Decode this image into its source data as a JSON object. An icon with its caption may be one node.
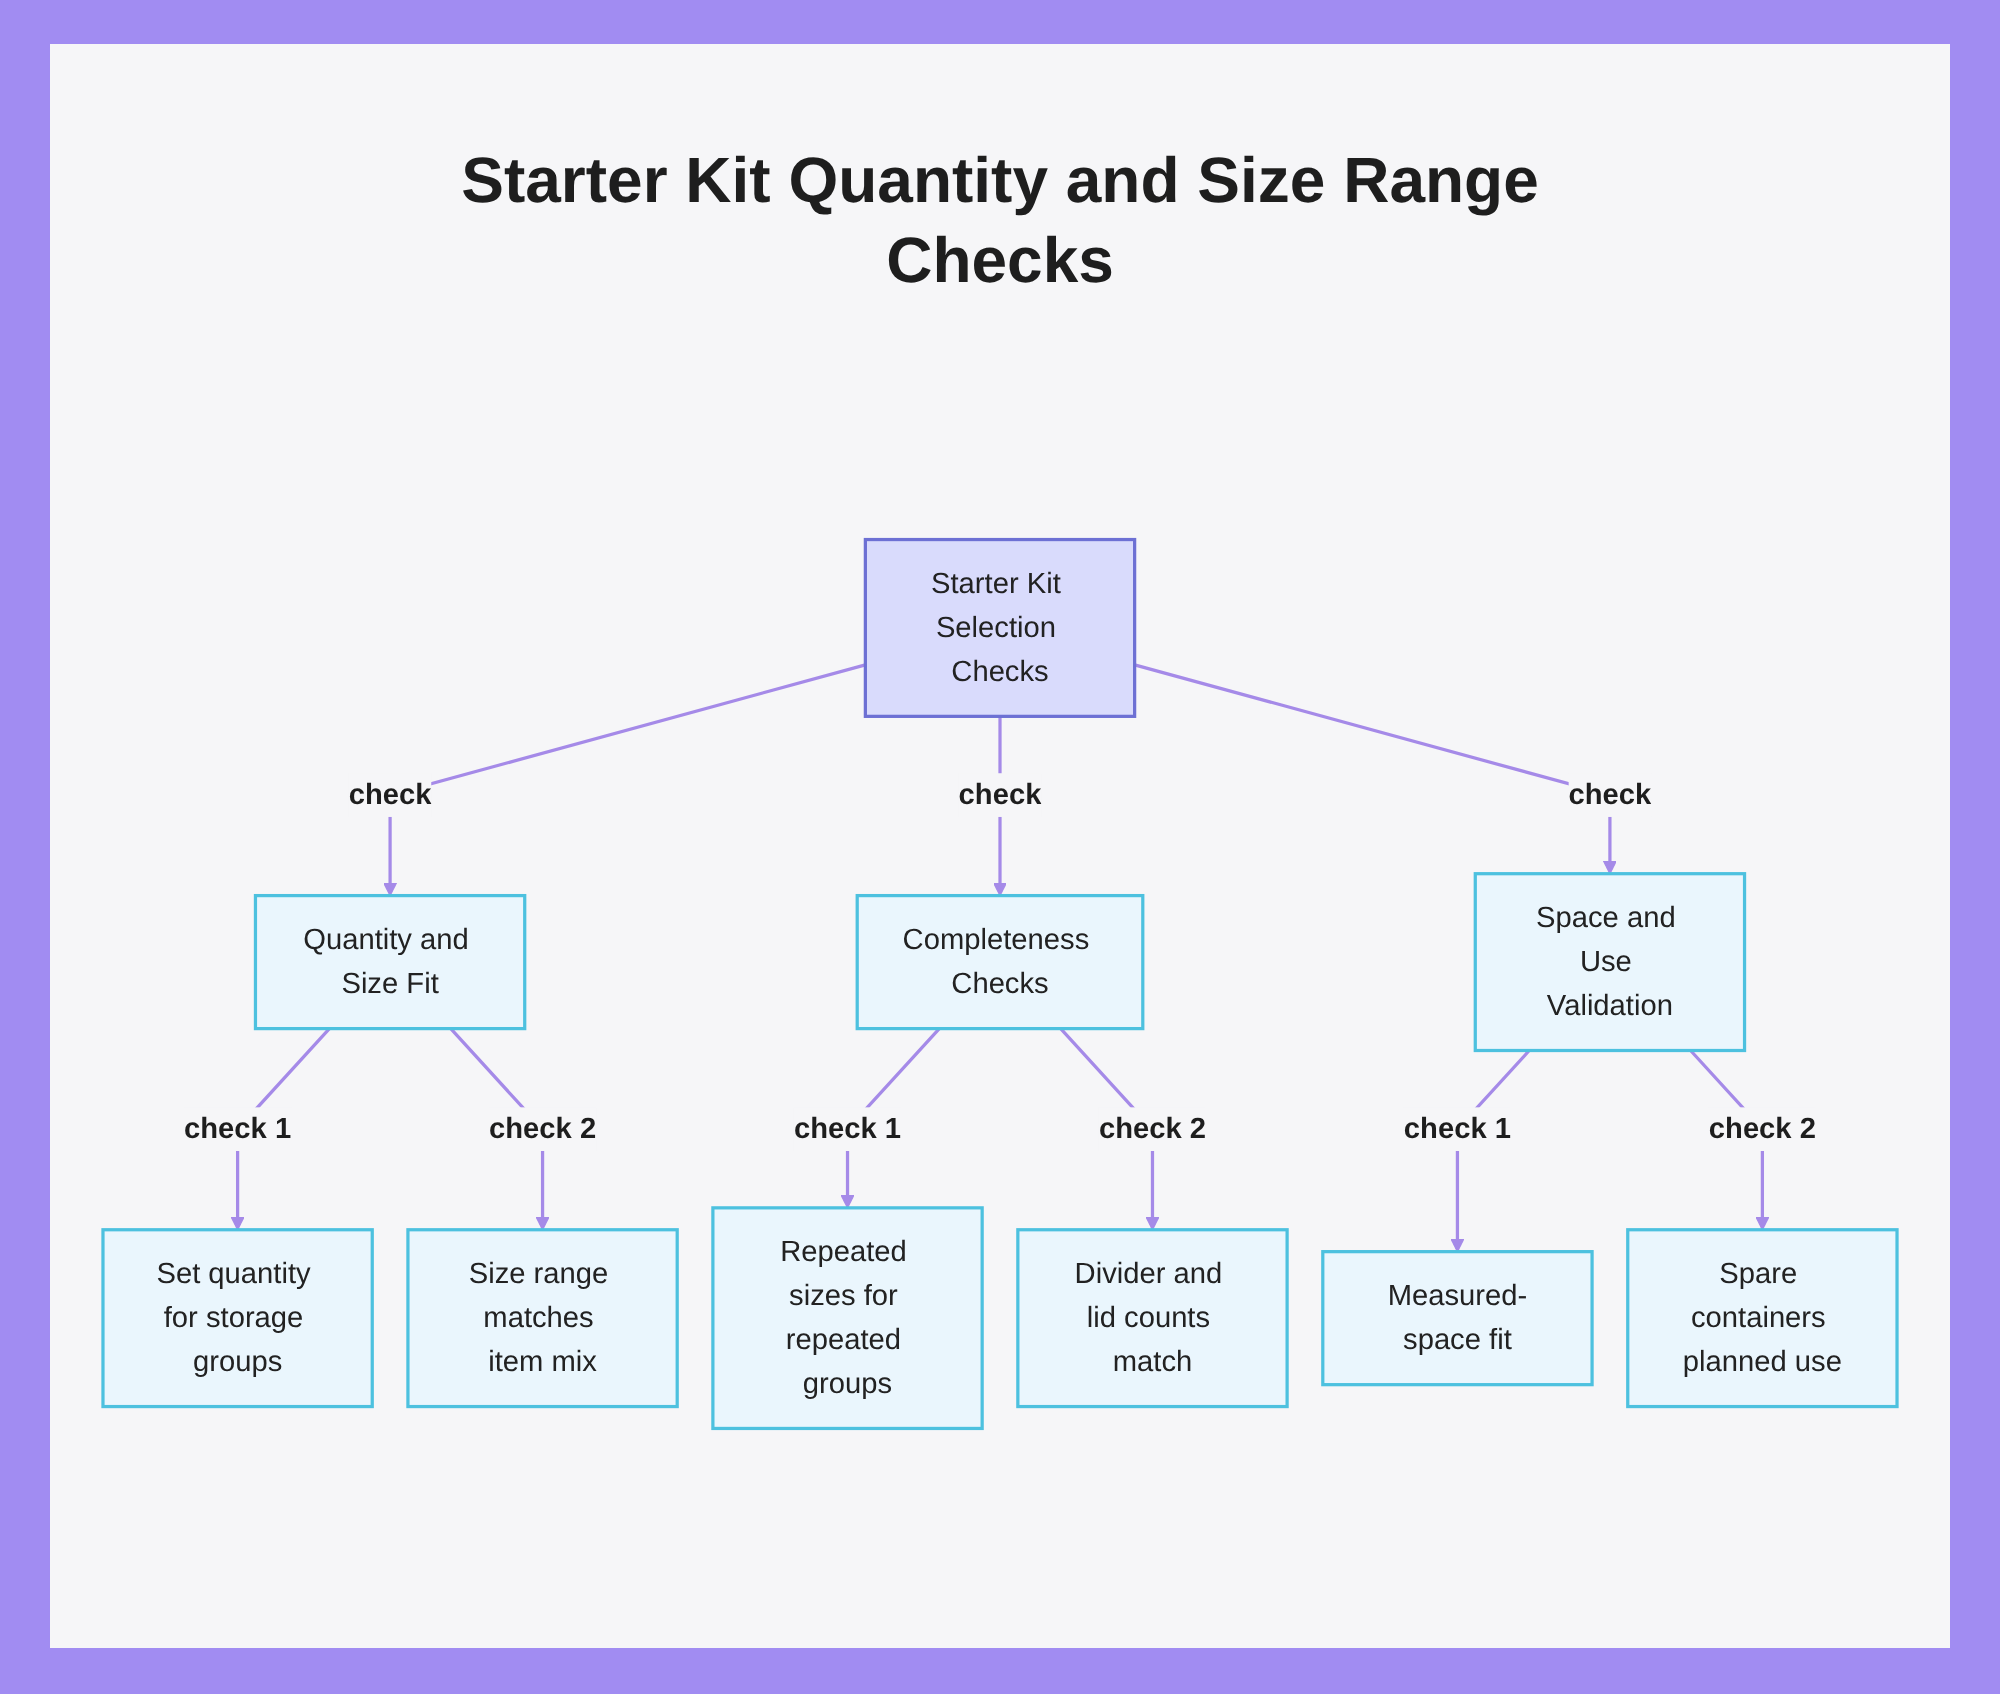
{
  "diagram": {
    "title": "Starter Kit Quantity and Size Range Checks",
    "nodes": [
      {
        "text": [
          "Starter Kit Selection Checks"
        ]
      },
      {
        "text": [
          "Quantity and Size Fit"
        ]
      },
      {
        "text": [
          "Completeness Checks"
        ]
      },
      {
        "text": [
          "Space and Use Validation"
        ]
      },
      {
        "text": [
          "Set quantity for storage groups"
        ]
      },
      {
        "text": [
          "Size range matches item mix"
        ]
      },
      {
        "text": [
          "Repeated sizes for repeated groups"
        ]
      },
      {
        "text": [
          "Divider and lid counts match"
        ]
      },
      {
        "text": [
          "Measured-space fit"
        ]
      },
      {
        "text": [
          "Spare containers planned use"
        ]
      }
    ],
    "edges": [
      {
        "from": 0,
        "to": 1,
        "arrow": "to",
        "label": "check"
      },
      {
        "from": 0,
        "to": 2,
        "arrow": "to",
        "label": "check"
      },
      {
        "from": 0,
        "to": 3,
        "arrow": "to",
        "label": "check"
      },
      {
        "from": 1,
        "to": 4,
        "arrow": "to",
        "label": "check 1"
      },
      {
        "from": 1,
        "to": 5,
        "arrow": "to",
        "label": "check 2"
      },
      {
        "from": 2,
        "to": 6,
        "arrow": "to",
        "label": "check 1"
      },
      {
        "from": 2,
        "to": 7,
        "arrow": "to",
        "label": "check 2"
      },
      {
        "from": 3,
        "to": 8,
        "arrow": "to",
        "label": "check 1"
      },
      {
        "from": 3,
        "to": 9,
        "arrow": "to",
        "label": "check 2"
      }
    ]
  }
}
